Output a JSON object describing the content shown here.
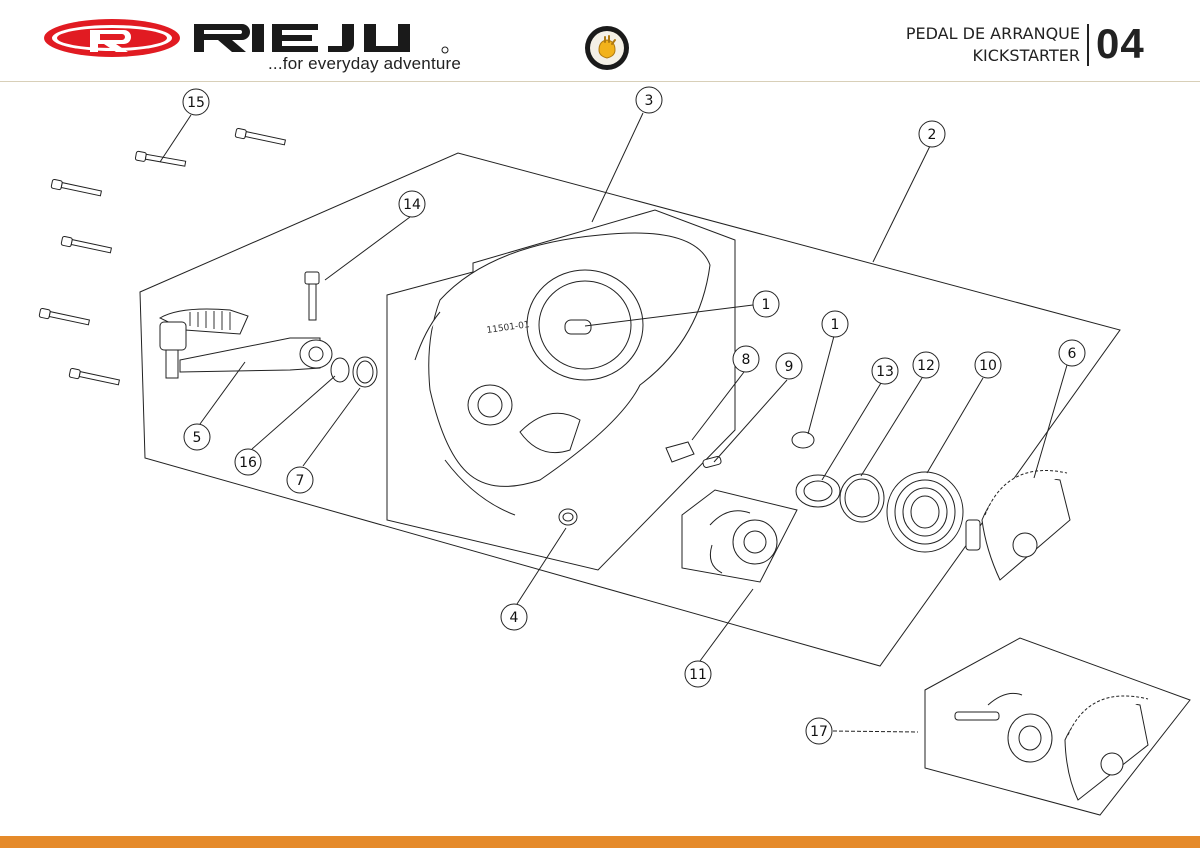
{
  "header": {
    "brand": "RIEJU",
    "tagline": "...for everyday adventure",
    "title_es": "PEDAL DE ARRANQUE",
    "title_en": "KICKSTARTER",
    "page_number": "04",
    "accent_color": "#e11b22",
    "footer_color": "#e58a2a"
  },
  "badge": {
    "icon": "hand-emblem-icon"
  },
  "callouts": [
    {
      "id": "c1a",
      "label": "1"
    },
    {
      "id": "c1b",
      "label": "1"
    },
    {
      "id": "c2",
      "label": "2"
    },
    {
      "id": "c3",
      "label": "3"
    },
    {
      "id": "c4",
      "label": "4"
    },
    {
      "id": "c5",
      "label": "5"
    },
    {
      "id": "c6",
      "label": "6"
    },
    {
      "id": "c7",
      "label": "7"
    },
    {
      "id": "c8",
      "label": "8"
    },
    {
      "id": "c9",
      "label": "9"
    },
    {
      "id": "c10",
      "label": "10"
    },
    {
      "id": "c11",
      "label": "11"
    },
    {
      "id": "c12",
      "label": "12"
    },
    {
      "id": "c13",
      "label": "13"
    },
    {
      "id": "c14",
      "label": "14"
    },
    {
      "id": "c15",
      "label": "15"
    },
    {
      "id": "c16",
      "label": "16"
    },
    {
      "id": "c17",
      "label": "17"
    }
  ]
}
